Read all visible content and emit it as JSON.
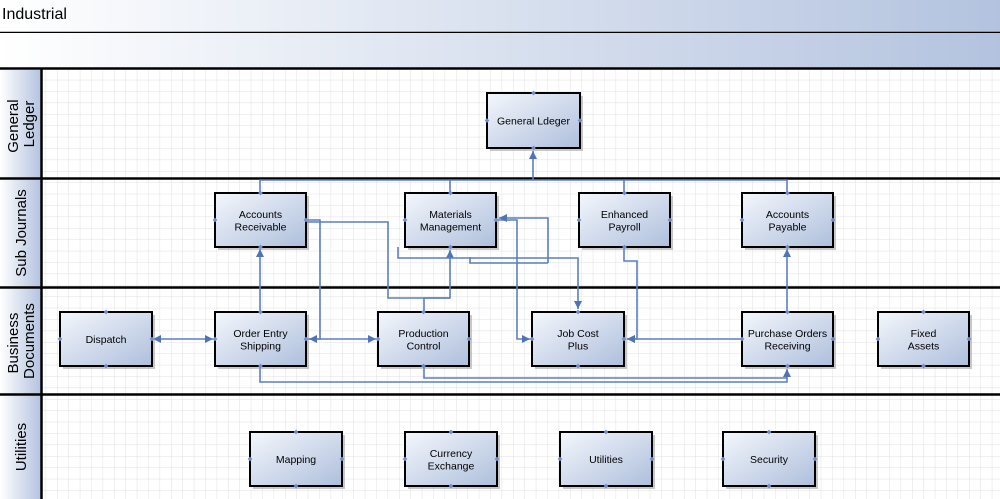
{
  "title": "Industrial",
  "colors": {
    "header_light": "#ffffff",
    "header_dark": "#b3c3df",
    "node_light": "#f4f7fc",
    "node_dark": "#aebfdc",
    "connector": "#5b7fbf",
    "grid": "#d3d3d3",
    "lane_border": "#000000"
  },
  "lanes": [
    {
      "id": "general-ledger",
      "lines": [
        "General",
        "Ledger"
      ]
    },
    {
      "id": "sub-journals",
      "lines": [
        "Sub Journals"
      ]
    },
    {
      "id": "business-documents",
      "lines": [
        "Business",
        "Documents"
      ]
    },
    {
      "id": "utilities",
      "lines": [
        "Utilities"
      ]
    }
  ],
  "nodes": [
    {
      "id": "general-ledger",
      "lines": [
        "General Ldeger"
      ]
    },
    {
      "id": "accounts-receivable",
      "lines": [
        "Accounts",
        "Receivable"
      ]
    },
    {
      "id": "materials-management",
      "lines": [
        "Materials",
        "Management"
      ]
    },
    {
      "id": "enhanced-payroll",
      "lines": [
        "Enhanced",
        "Payroll"
      ]
    },
    {
      "id": "accounts-payable",
      "lines": [
        "Accounts",
        "Payable"
      ]
    },
    {
      "id": "dispatch",
      "lines": [
        "Dispatch"
      ]
    },
    {
      "id": "order-entry-shipping",
      "lines": [
        "Order Entry",
        "Shipping"
      ]
    },
    {
      "id": "production-control",
      "lines": [
        "Production",
        "Control"
      ]
    },
    {
      "id": "job-cost-plus",
      "lines": [
        "Job Cost",
        "Plus"
      ]
    },
    {
      "id": "purchase-orders-receiving",
      "lines": [
        "Purchase Orders",
        "Receiving"
      ]
    },
    {
      "id": "fixed-assets",
      "lines": [
        "Fixed",
        "Assets"
      ]
    },
    {
      "id": "mapping",
      "lines": [
        "Mapping"
      ]
    },
    {
      "id": "currency-exchange",
      "lines": [
        "Currency",
        "Exchange"
      ]
    },
    {
      "id": "utilities",
      "lines": [
        "Utilities"
      ]
    },
    {
      "id": "security",
      "lines": [
        "Security"
      ]
    }
  ]
}
